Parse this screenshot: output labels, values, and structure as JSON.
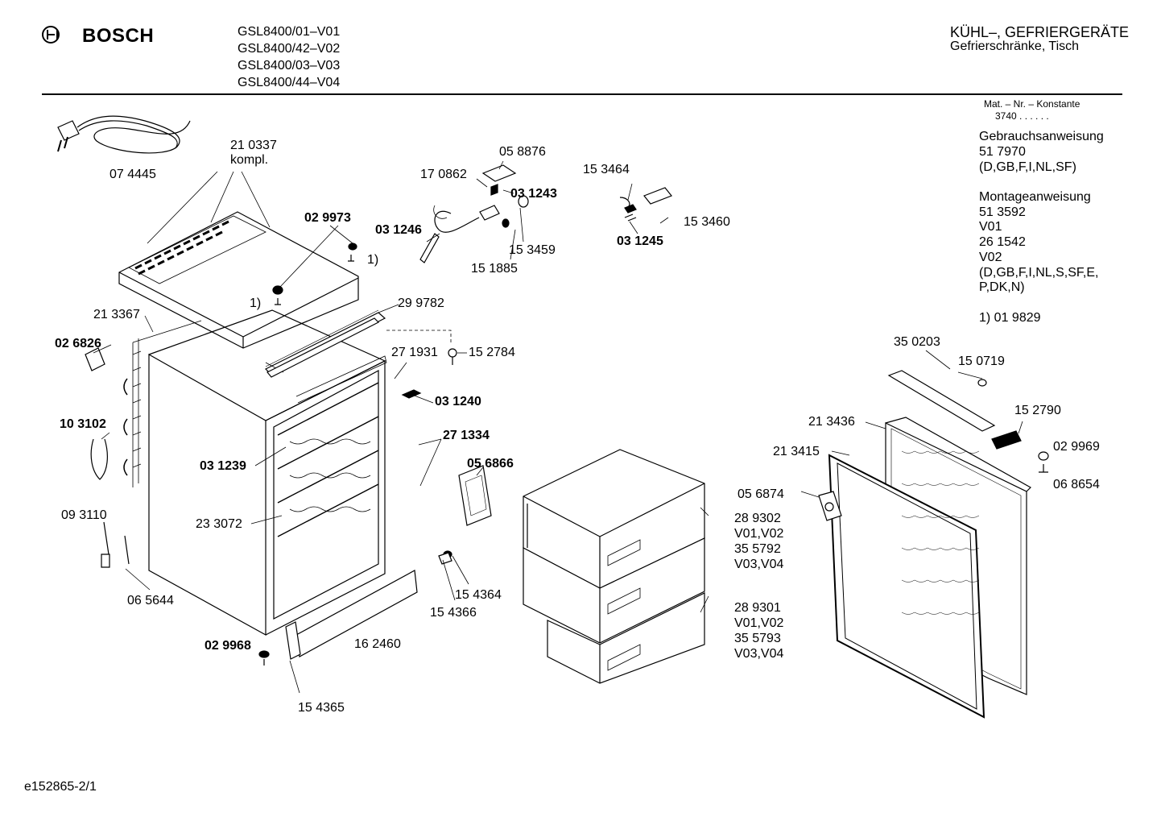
{
  "header": {
    "brand": "BOSCH",
    "models": [
      "GSL8400/01–V01",
      "GSL8400/42–V02",
      "GSL8400/03–V03",
      "GSL8400/44–V04"
    ],
    "category": "KÜHL–, GEFRIERGERÄTE",
    "subcategory": "Gefrierschränke, Tisch"
  },
  "info": {
    "mat_label": "Mat. – Nr. – Konstante",
    "mat_value": "3740  .  .    .  .  .  .",
    "manual_title": "Gebrauchsanweisung",
    "manual_number": "51 7970",
    "manual_langs": "(D,GB,F,I,NL,SF)",
    "mount_title": "Montageanweisung",
    "mount_number": "51 3592",
    "mount_v01": "V01",
    "mount_number2": "26 1542",
    "mount_v02": "V02",
    "mount_langs1": "(D,GB,F,I,NL,S,SF,E,",
    "mount_langs2": "P,DK,N)",
    "footnote": "1)  01 9829"
  },
  "parts": {
    "p074445": "07 4445",
    "p210337": "21 0337",
    "kompl": "kompl.",
    "p029973": "02 9973",
    "fn1": "1)",
    "fn2": "1)",
    "p170862": "17 0862",
    "p058876": "05 8876",
    "p031243": "03 1243",
    "p031246": "03 1246",
    "p151885": "15 1885",
    "p153459": "15 3459",
    "p153464": "15 3464",
    "p153460": "15 3460",
    "p031245": "03 1245",
    "p213367": "21 3367",
    "p299782": "29 9782",
    "p026826": "02 6826",
    "p271931": "27 1931",
    "p152784": "15 2784",
    "p031240": "03 1240",
    "p103102": "10 3102",
    "p271334": "27 1334",
    "p031239": "03 1239",
    "p056866": "05 6866",
    "p233072": "23 3072",
    "p093110": "09 3110",
    "p065644": "06 5644",
    "p154364": "15 4364",
    "p154366": "15 4366",
    "p162460": "16 2460",
    "p029968": "02 9968",
    "p154365": "15 4365",
    "p289302": "28 9302",
    "v0102a": "V01,V02",
    "p355792": "35 5792",
    "v0304a": "V03,V04",
    "p289301": "28 9301",
    "v0102b": "V01,V02",
    "p355793": "35 5793",
    "v0304b": "V03,V04",
    "p350203": "35 0203",
    "p150719": "15 0719",
    "p152790": "15 2790",
    "p213436": "21 3436",
    "p213415": "21 3415",
    "p029969": "02 9969",
    "p056874": "05 6874",
    "p068654": "06 8654"
  },
  "footer": {
    "doc_id": "e152865-2/1"
  }
}
